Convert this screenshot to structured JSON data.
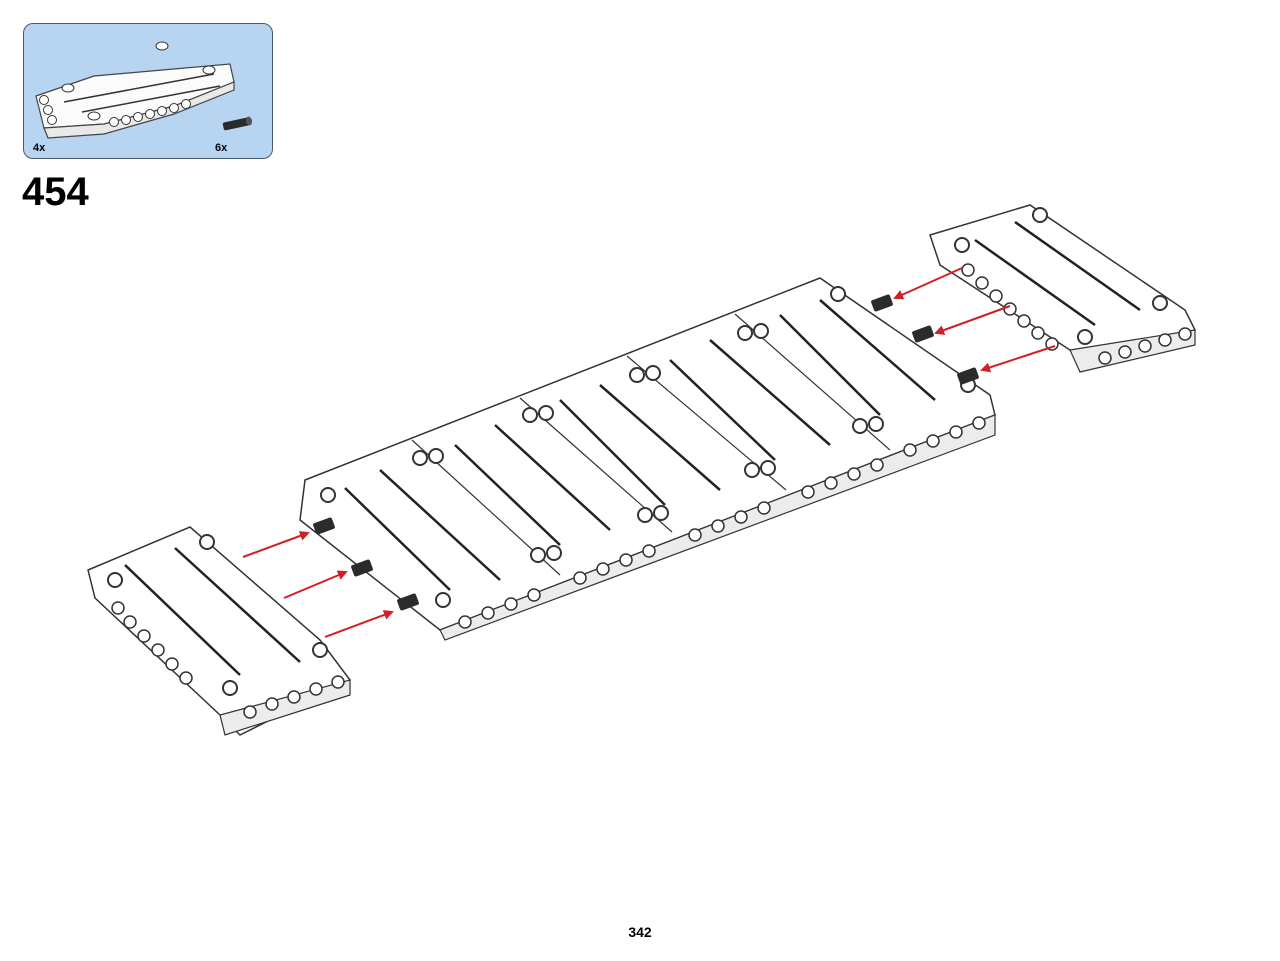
{
  "parts_list": {
    "items": [
      {
        "icon": "white-panel-icon",
        "quantity": "4x"
      },
      {
        "icon": "black-pin-icon",
        "quantity": "6x"
      }
    ],
    "background_color": "#b7d5f1"
  },
  "step": {
    "number": "454"
  },
  "page": {
    "number": "342"
  },
  "colors": {
    "arrow": "#d21f26",
    "part_fill": "#ffffff",
    "part_outline": "#333333",
    "pin": "#2b2b2b"
  }
}
